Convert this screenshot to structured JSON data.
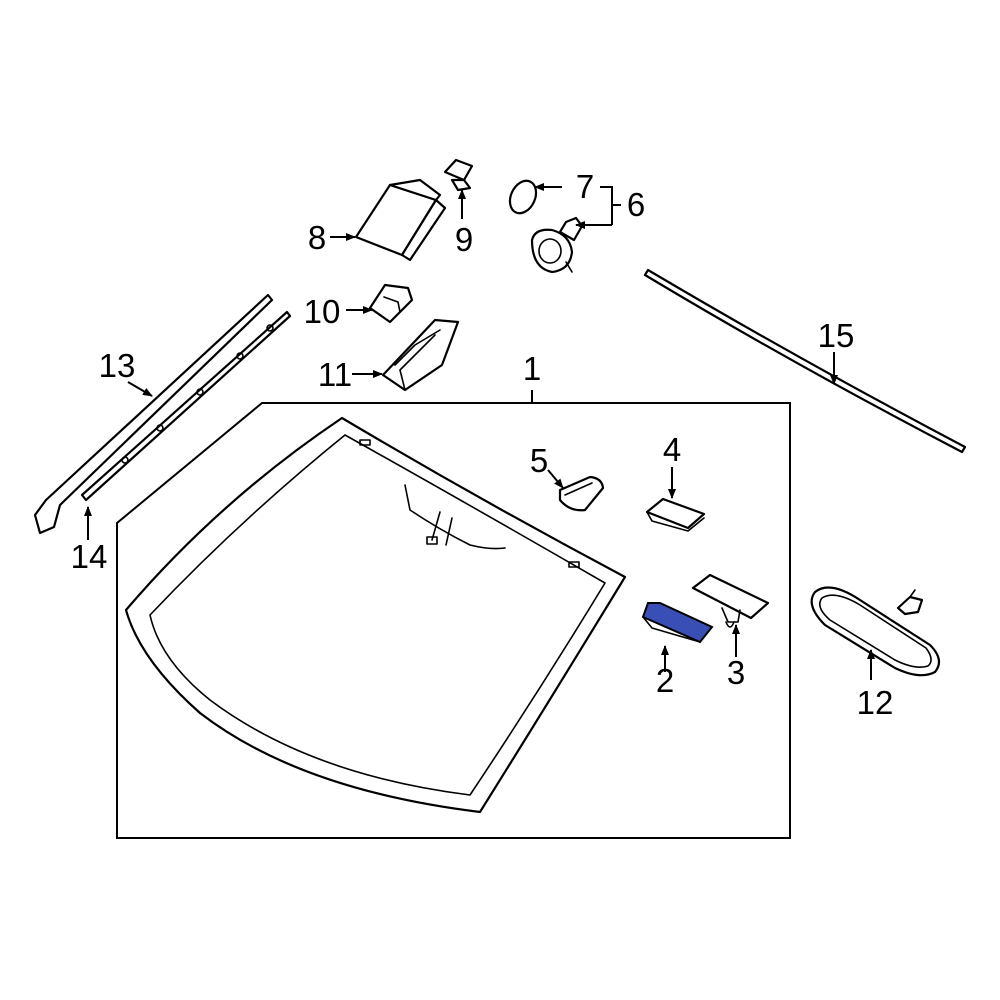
{
  "diagram": {
    "highlight_color": "#3a4fb6",
    "callouts": {
      "c1": "1",
      "c2": "2",
      "c3": "3",
      "c4": "4",
      "c5": "5",
      "c6": "6",
      "c7": "7",
      "c8": "8",
      "c9": "9",
      "c10": "10",
      "c11": "11",
      "c12": "12",
      "c13": "13",
      "c14": "14",
      "c15": "15"
    }
  }
}
